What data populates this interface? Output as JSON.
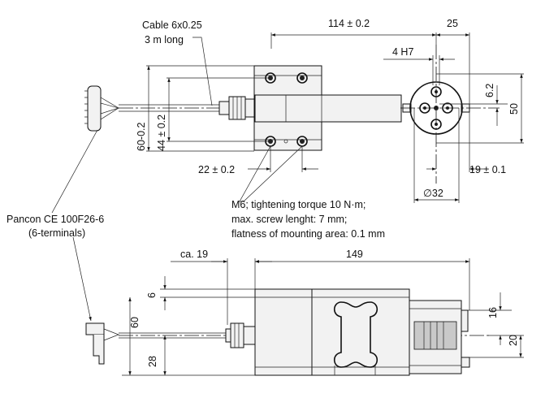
{
  "top_view": {
    "cable_label_line1": "Cable 6x0.25",
    "cable_label_line2": "3 m long",
    "dim_overall_width": "114 ± 0.2",
    "dim_25": "25",
    "dim_4h7": "4 H7",
    "dim_6_2": "6.2",
    "dim_50": "50",
    "dim_60": "60-0.2",
    "dim_44": "44 ± 0.2",
    "dim_22": "22 ± 0.2",
    "dim_19": "19 ± 0.1",
    "dim_32": "∅32",
    "m6_line1": "M6; tightening torque 10 N·m;",
    "m6_line2": "max. screw lenght: 7 mm;",
    "m6_line3": "flatness of mounting area: 0.1 mm"
  },
  "connector": {
    "label_line1": "Pancon CE 100F26-6",
    "label_line2": "(6-terminals)"
  },
  "side_view": {
    "dim_ca19": "ca. 19",
    "dim_149": "149",
    "dim_6": "6",
    "dim_60": "60",
    "dim_28": "28",
    "dim_16": "16",
    "dim_20": "20"
  }
}
